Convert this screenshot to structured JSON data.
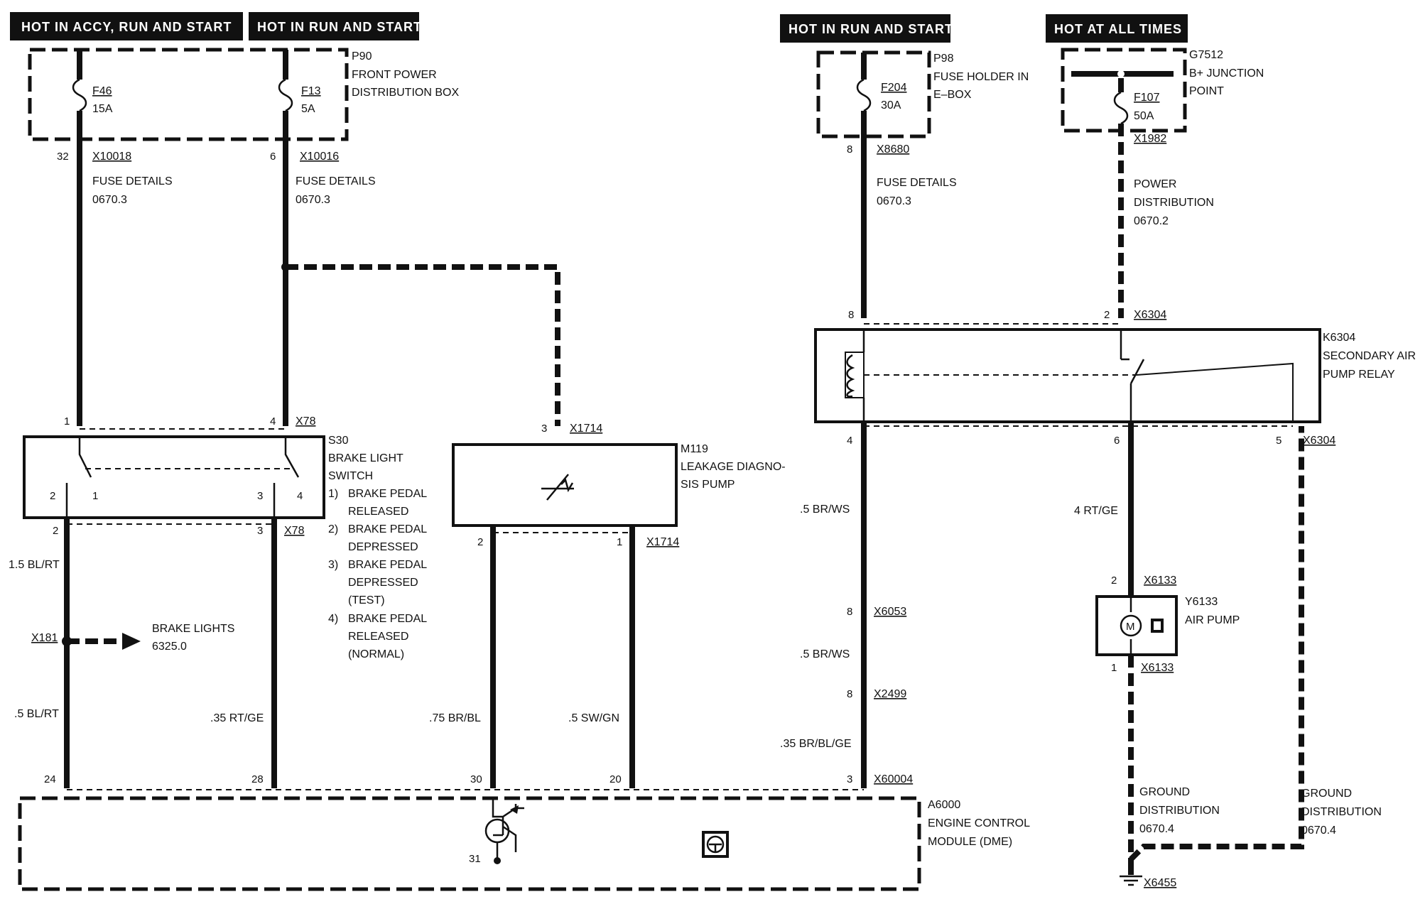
{
  "headers": {
    "accy_run_start": "HOT IN ACCY, RUN AND  START",
    "run_start_left": "HOT IN RUN AND START",
    "run_start_right": "HOT IN RUN AND START",
    "all_times": "HOT AT ALL TIMES"
  },
  "p90": {
    "id": "P90",
    "line1": "FRONT POWER",
    "line2": "DISTRIBUTION BOX",
    "f46": "F46",
    "f46_amp": "15A",
    "f13": "F13",
    "f13_amp": "5A"
  },
  "p98": {
    "id": "P98",
    "line1": "FUSE HOLDER IN",
    "line2": "E–BOX",
    "f204": "F204",
    "f204_amp": "30A"
  },
  "g7512": {
    "id": "G7512",
    "line1": "B+ JUNCTION",
    "line2": "POINT",
    "f107": "F107",
    "f107_amp": "50A"
  },
  "connectors": {
    "x10018": "X10018",
    "x10016": "X10016",
    "x8680": "X8680",
    "x1982": "X1982",
    "x78_top": "X78",
    "x78_bot": "X78",
    "x1714_top": "X1714",
    "x1714_bot": "X1714",
    "x6304_top": "X6304",
    "x6304_bot": "X6304",
    "x181": "X181",
    "x6053": "X6053",
    "x2499": "X2499",
    "x60004": "X60004",
    "x6133_top": "X6133",
    "x6133_bot": "X6133",
    "x6455": "X6455"
  },
  "refs": {
    "fuse_details_1": "FUSE DETAILS",
    "fuse_details_1_num": "0670.3",
    "fuse_details_2": "FUSE DETAILS",
    "fuse_details_2_num": "0670.3",
    "fuse_details_3": "FUSE DETAILS",
    "fuse_details_3_num": "0670.3",
    "power_1": "POWER",
    "power_2": "DISTRIBUTION",
    "power_num": "0670.2",
    "brake_lights": "BRAKE LIGHTS",
    "brake_lights_num": "6325.0",
    "ground_l1": "GROUND",
    "ground_l2": "DISTRIBUTION",
    "ground_l_num": "0670.4",
    "ground_r1": "GROUND",
    "ground_r2": "DISTRIBUTION",
    "ground_r_num": "0670.4"
  },
  "s30": {
    "id": "S30",
    "line1": "BRAKE LIGHT",
    "line2": "SWITCH",
    "notes": [
      {
        "n": "1)",
        "a": "BRAKE PEDAL",
        "b": "RELEASED",
        "c": ""
      },
      {
        "n": "2)",
        "a": "BRAKE PEDAL",
        "b": "DEPRESSED",
        "c": ""
      },
      {
        "n": "3)",
        "a": "BRAKE PEDAL",
        "b": "DEPRESSED",
        "c": "(TEST)"
      },
      {
        "n": "4)",
        "a": "BRAKE PEDAL",
        "b": "RELEASED",
        "c": "(NORMAL)"
      }
    ]
  },
  "m119": {
    "id": "M119",
    "line1": "LEAKAGE DIAGNO-",
    "line2": "SIS PUMP"
  },
  "k6304": {
    "id": "K6304",
    "line1": "SECONDARY AIR",
    "line2": "PUMP RELAY"
  },
  "y6133": {
    "id": "Y6133",
    "line1": "AIR PUMP",
    "motor": "M"
  },
  "a6000": {
    "id": "A6000",
    "line1": "ENGINE CONTROL",
    "line2": "MODULE (DME)"
  },
  "wires": {
    "w1": "1.5 BL/RT",
    "w2": ".5 BL/RT",
    "w3": ".35 RT/GE",
    "w4": ".75 BR/BL",
    "w5": ".5 SW/GN",
    "w6": ".5 BR/WS",
    "w7": ".5 BR/WS",
    "w8": ".35 BR/BL/GE",
    "w9": "4 RT/GE"
  },
  "pins": {
    "p32": "32",
    "p6": "6",
    "p1a": "1",
    "p4a": "4",
    "p2s": "2",
    "p1s": "1",
    "p3s": "3",
    "p4s": "4",
    "p2b": "2",
    "p3b": "3",
    "p24": "24",
    "p28": "28",
    "p3m": "3",
    "p2m": "2",
    "p1m": "1",
    "p30": "30",
    "p20": "20",
    "p31": "31",
    "p8a": "8",
    "p8b": "8",
    "p2k": "2",
    "p4k": "4",
    "p6k": "6",
    "p5k": "5",
    "p8c": "8",
    "p8d": "8",
    "p3e": "3",
    "p2y": "2",
    "p1y": "1"
  }
}
